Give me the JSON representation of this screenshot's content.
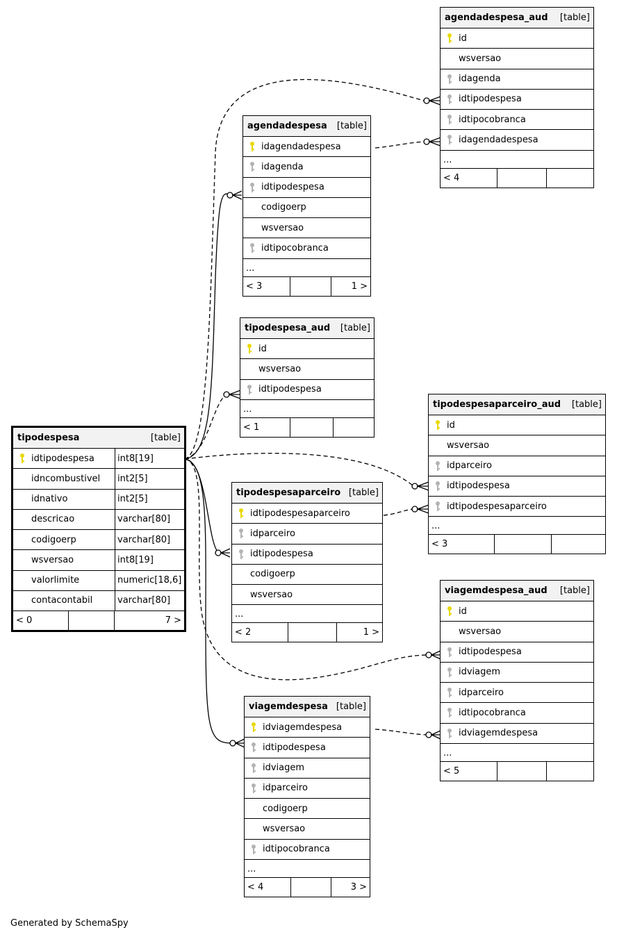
{
  "footer": {
    "credit": "Generated by SchemaSpy"
  },
  "colors": {
    "primary_key": "#e8d800",
    "foreign_key": "#b3b3b3",
    "header_bg": "#f2f2f2"
  },
  "tables": {
    "tipodespesa": {
      "name": "tipodespesa",
      "type": "[table]",
      "columns": [
        {
          "name": "idtipodespesa",
          "datatype": "int8[19]",
          "key": "pk"
        },
        {
          "name": "idncombustivel",
          "datatype": "int2[5]",
          "key": ""
        },
        {
          "name": "idnativo",
          "datatype": "int2[5]",
          "key": ""
        },
        {
          "name": "descricao",
          "datatype": "varchar[80]",
          "key": ""
        },
        {
          "name": "codigoerp",
          "datatype": "varchar[80]",
          "key": ""
        },
        {
          "name": "wsversao",
          "datatype": "int8[19]",
          "key": ""
        },
        {
          "name": "valorlimite",
          "datatype": "numeric[18,6]",
          "key": ""
        },
        {
          "name": "contacontabil",
          "datatype": "varchar[80]",
          "key": ""
        }
      ],
      "footer": {
        "left": "< 0",
        "mid": "",
        "right": "7 >"
      }
    },
    "agendadespesa_aud": {
      "name": "agendadespesa_aud",
      "type": "[table]",
      "columns": [
        {
          "name": "id",
          "key": "pk"
        },
        {
          "name": "wsversao",
          "key": ""
        },
        {
          "name": "idagenda",
          "key": "fk"
        },
        {
          "name": "idtipodespesa",
          "key": "fk"
        },
        {
          "name": "idtipocobranca",
          "key": "fk"
        },
        {
          "name": "idagendadespesa",
          "key": "fk"
        }
      ],
      "more": "...",
      "footer": {
        "left": "< 4",
        "mid": "",
        "right": ""
      }
    },
    "agendadespesa": {
      "name": "agendadespesa",
      "type": "[table]",
      "columns": [
        {
          "name": "idagendadespesa",
          "key": "pk"
        },
        {
          "name": "idagenda",
          "key": "fk"
        },
        {
          "name": "idtipodespesa",
          "key": "fk"
        },
        {
          "name": "codigoerp",
          "key": ""
        },
        {
          "name": "wsversao",
          "key": ""
        },
        {
          "name": "idtipocobranca",
          "key": "fk"
        }
      ],
      "more": "...",
      "footer": {
        "left": "< 3",
        "mid": "",
        "right": "1 >"
      }
    },
    "tipodespesa_aud": {
      "name": "tipodespesa_aud",
      "type": "[table]",
      "columns": [
        {
          "name": "id",
          "key": "pk"
        },
        {
          "name": "wsversao",
          "key": ""
        },
        {
          "name": "idtipodespesa",
          "key": "fk"
        }
      ],
      "more": "...",
      "footer": {
        "left": "< 1",
        "mid": "",
        "right": ""
      }
    },
    "tipodespesaparceiro_aud": {
      "name": "tipodespesaparceiro_aud",
      "type": "[table]",
      "columns": [
        {
          "name": "id",
          "key": "pk"
        },
        {
          "name": "wsversao",
          "key": ""
        },
        {
          "name": "idparceiro",
          "key": "fk"
        },
        {
          "name": "idtipodespesa",
          "key": "fk"
        },
        {
          "name": "idtipodespesaparceiro",
          "key": "fk"
        }
      ],
      "more": "...",
      "footer": {
        "left": "< 3",
        "mid": "",
        "right": ""
      }
    },
    "tipodespesaparceiro": {
      "name": "tipodespesaparceiro",
      "type": "[table]",
      "columns": [
        {
          "name": "idtipodespesaparceiro",
          "key": "pk"
        },
        {
          "name": "idparceiro",
          "key": "fk"
        },
        {
          "name": "idtipodespesa",
          "key": "fk"
        },
        {
          "name": "codigoerp",
          "key": ""
        },
        {
          "name": "wsversao",
          "key": ""
        }
      ],
      "more": "...",
      "footer": {
        "left": "< 2",
        "mid": "",
        "right": "1 >"
      }
    },
    "viagemdespesa_aud": {
      "name": "viagemdespesa_aud",
      "type": "[table]",
      "columns": [
        {
          "name": "id",
          "key": "pk"
        },
        {
          "name": "wsversao",
          "key": ""
        },
        {
          "name": "idtipodespesa",
          "key": "fk"
        },
        {
          "name": "idviagem",
          "key": "fk"
        },
        {
          "name": "idparceiro",
          "key": "fk"
        },
        {
          "name": "idtipocobranca",
          "key": "fk"
        },
        {
          "name": "idviagemdespesa",
          "key": "fk"
        }
      ],
      "more": "...",
      "footer": {
        "left": "< 5",
        "mid": "",
        "right": ""
      }
    },
    "viagemdespesa": {
      "name": "viagemdespesa",
      "type": "[table]",
      "columns": [
        {
          "name": "idviagemdespesa",
          "key": "pk"
        },
        {
          "name": "idtipodespesa",
          "key": "fk"
        },
        {
          "name": "idviagem",
          "key": "fk"
        },
        {
          "name": "idparceiro",
          "key": "fk"
        },
        {
          "name": "codigoerp",
          "key": ""
        },
        {
          "name": "wsversao",
          "key": ""
        },
        {
          "name": "idtipocobranca",
          "key": "fk"
        }
      ],
      "more": "...",
      "footer": {
        "left": "< 4",
        "mid": "",
        "right": "3 >"
      }
    }
  }
}
